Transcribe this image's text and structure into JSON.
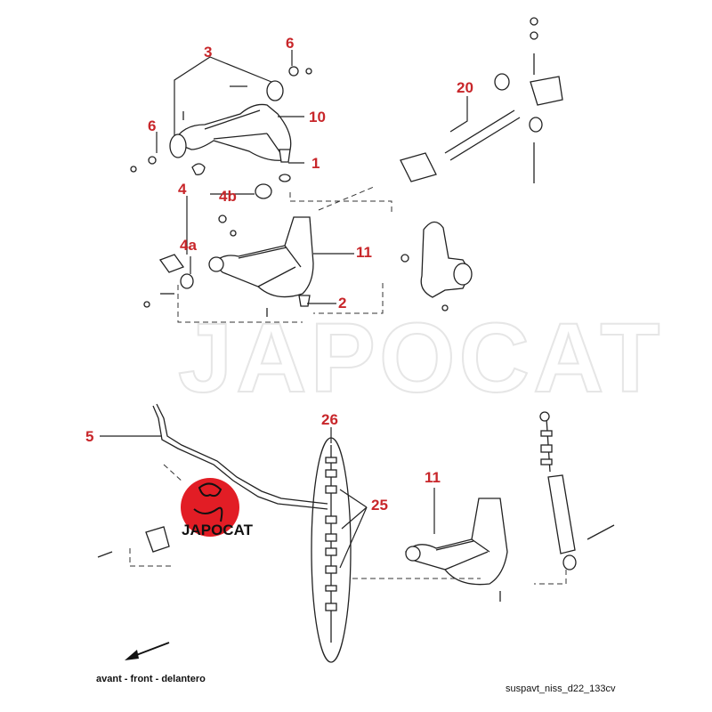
{
  "watermark": "JAPOCAT",
  "logo_text": "JAPOCAT",
  "callouts": {
    "c1": "1",
    "c2": "2",
    "c3": "3",
    "c4": "4",
    "c4a": "4a",
    "c4b": "4b",
    "c5": "5",
    "c6a": "6",
    "c6b": "6",
    "c10": "10",
    "c11a": "11",
    "c11b": "11",
    "c20": "20",
    "c25": "25",
    "c26": "26"
  },
  "caption_direction": "avant - front - delantero",
  "caption_file": "suspavt_niss_d22_133cv",
  "colors": {
    "callout": "#c8262a",
    "logo": "#e21d25",
    "lines": "#222222",
    "watermark": "#e6e6e6"
  },
  "icons": {
    "front_arrow": "arrow-icon",
    "logo": "japocat-logo-icon"
  }
}
